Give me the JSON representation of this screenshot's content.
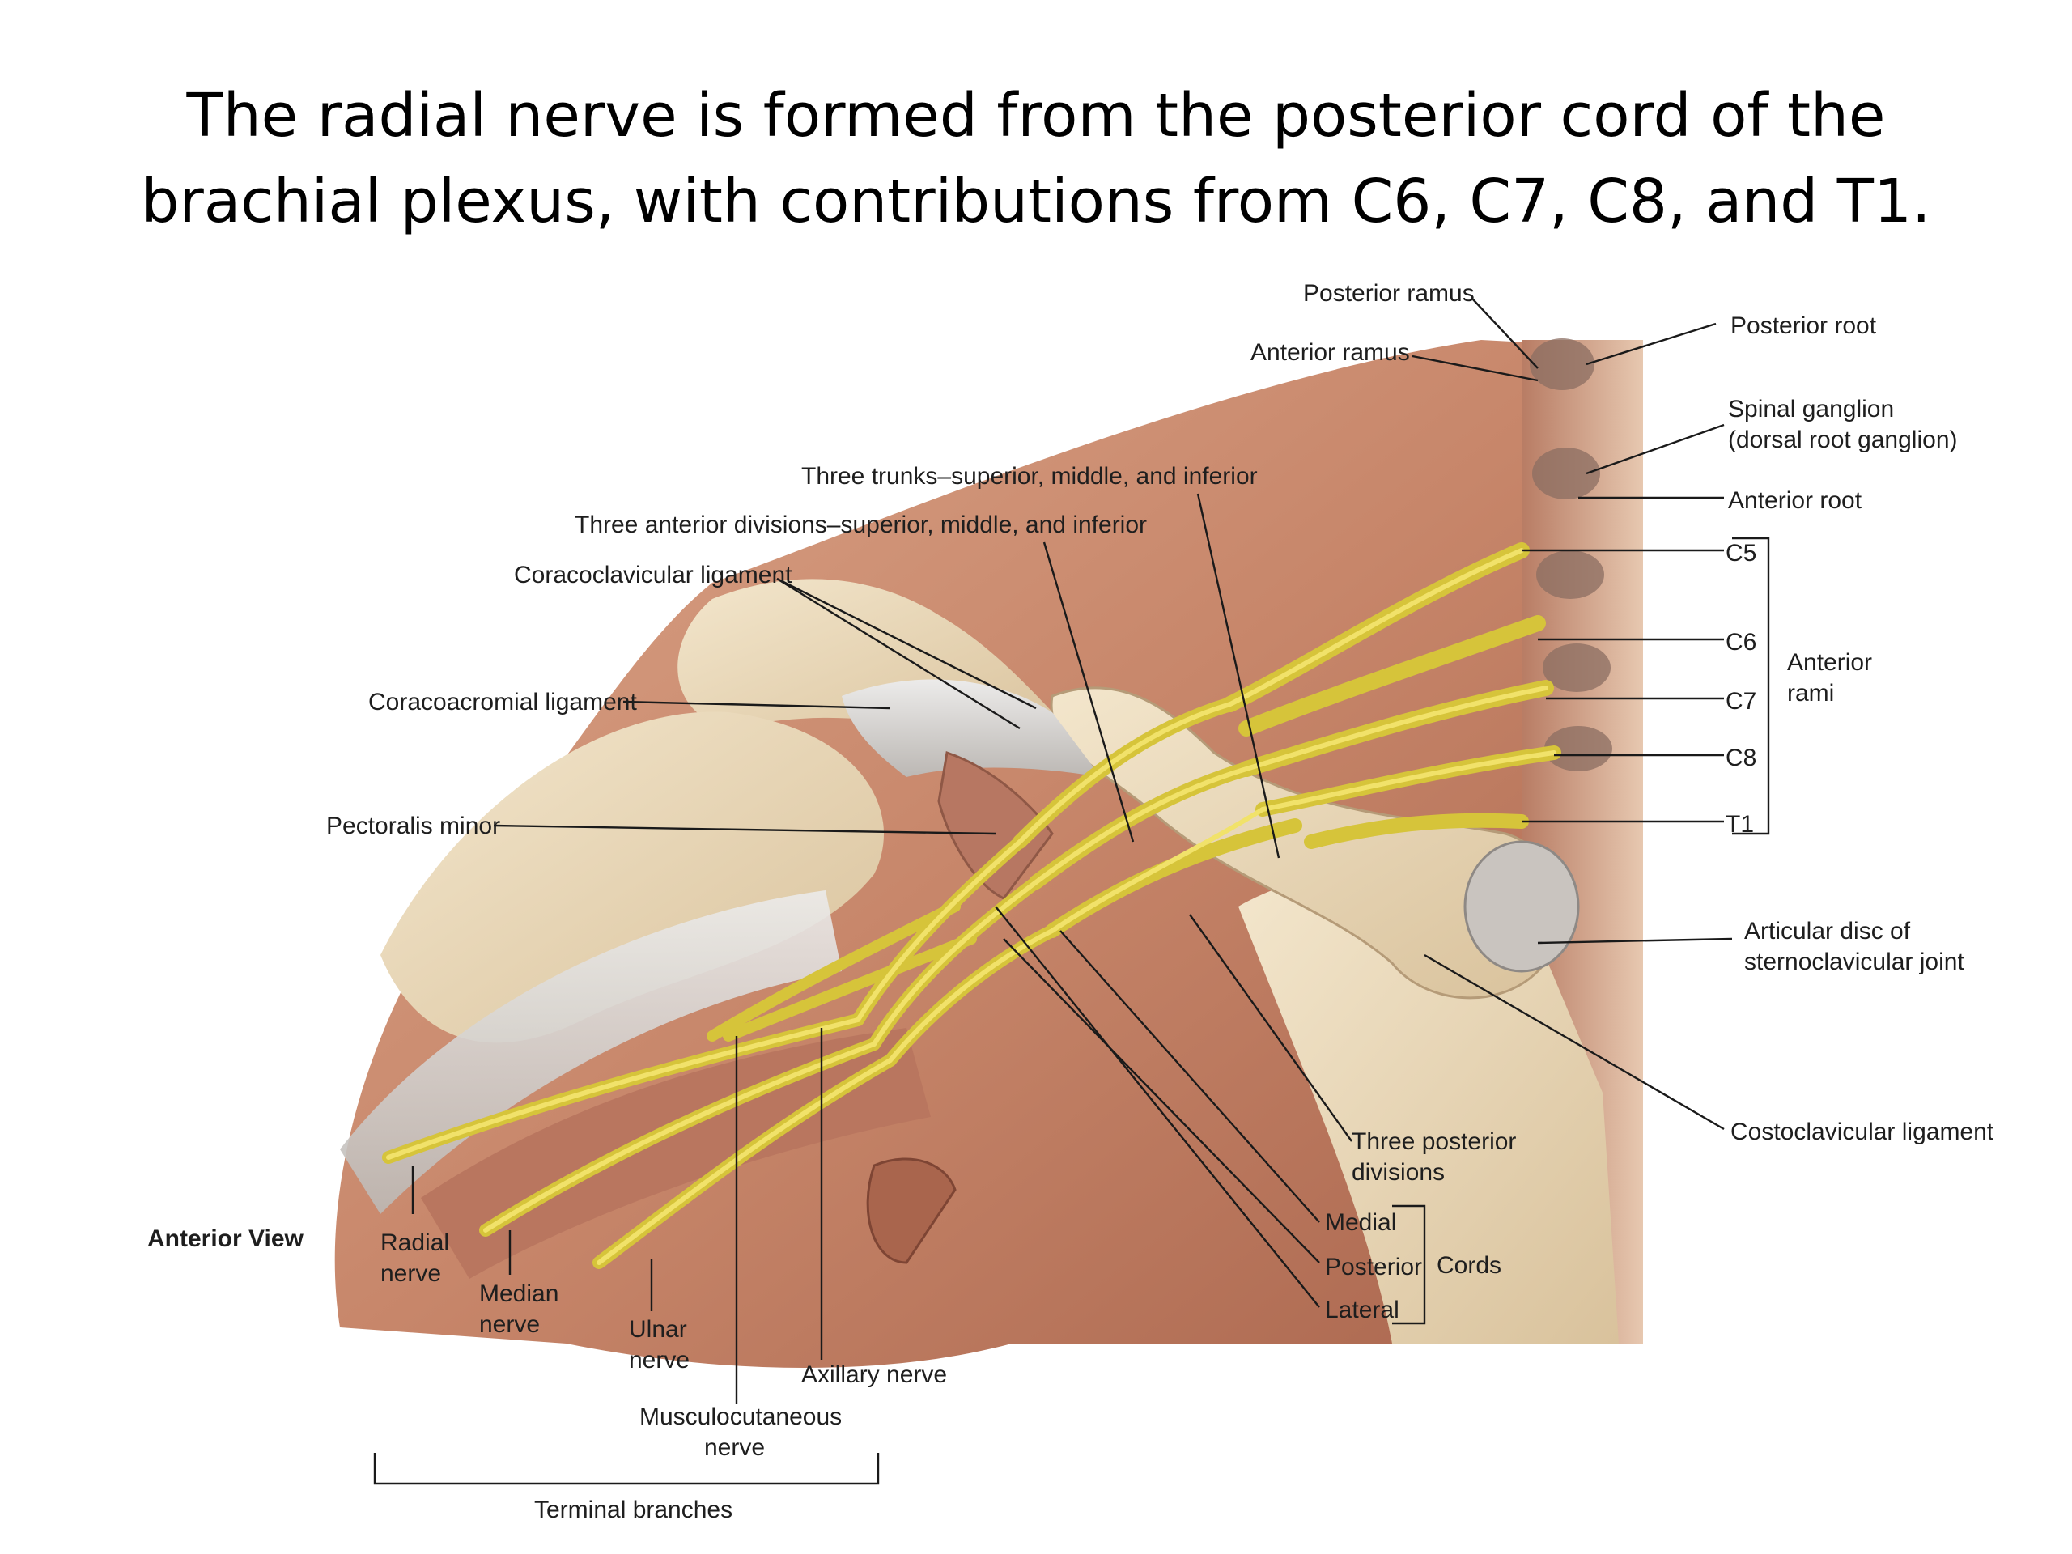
{
  "title": {
    "line1": "The radial nerve is formed from the posterior cord of the",
    "line2": "brachial plexus, with contributions from C6, C7, C8, and T1."
  },
  "labels": {
    "posterior_ramus": "Posterior ramus",
    "anterior_ramus": "Anterior ramus",
    "posterior_root": "Posterior root",
    "spinal_ganglion_1": "Spinal ganglion",
    "spinal_ganglion_2": "(dorsal root ganglion)",
    "anterior_root": "Anterior root",
    "three_trunks": "Three trunks–superior, middle, and inferior",
    "three_anterior_divisions": "Three anterior divisions–superior, middle, and inferior",
    "coracoclavicular_ligament": "Coracoclavicular ligament",
    "coracoacromial_ligament": "Coracoacromial ligament",
    "pectoralis_minor": "Pectoralis minor",
    "c5": "C5",
    "c6": "C6",
    "c7": "C7",
    "c8": "C8",
    "t1": "T1",
    "anterior_rami_1": "Anterior",
    "anterior_rami_2": "rami",
    "articular_disc_1": "Articular disc of",
    "articular_disc_2": "sternoclavicular joint",
    "costoclavicular_ligament": "Costoclavicular ligament",
    "anterior_view": "Anterior View",
    "radial_nerve_1": "Radial",
    "radial_nerve_2": "nerve",
    "median_nerve_1": "Median",
    "median_nerve_2": "nerve",
    "ulnar_nerve_1": "Ulnar",
    "ulnar_nerve_2": "nerve",
    "axillary_nerve": "Axillary nerve",
    "musculocutaneous_1": "Musculocutaneous",
    "musculocutaneous_2": "nerve",
    "terminal_branches": "Terminal branches",
    "three_posterior_divisions_1": "Three posterior",
    "three_posterior_divisions_2": "divisions",
    "medial": "Medial",
    "posterior": "Posterior",
    "lateral": "Lateral",
    "cords": "Cords"
  },
  "colors": {
    "nerve": "#e8d44d",
    "muscle": "#c98a6a",
    "bone": "#e9d8b8",
    "ligament": "#d9d6d2"
  }
}
